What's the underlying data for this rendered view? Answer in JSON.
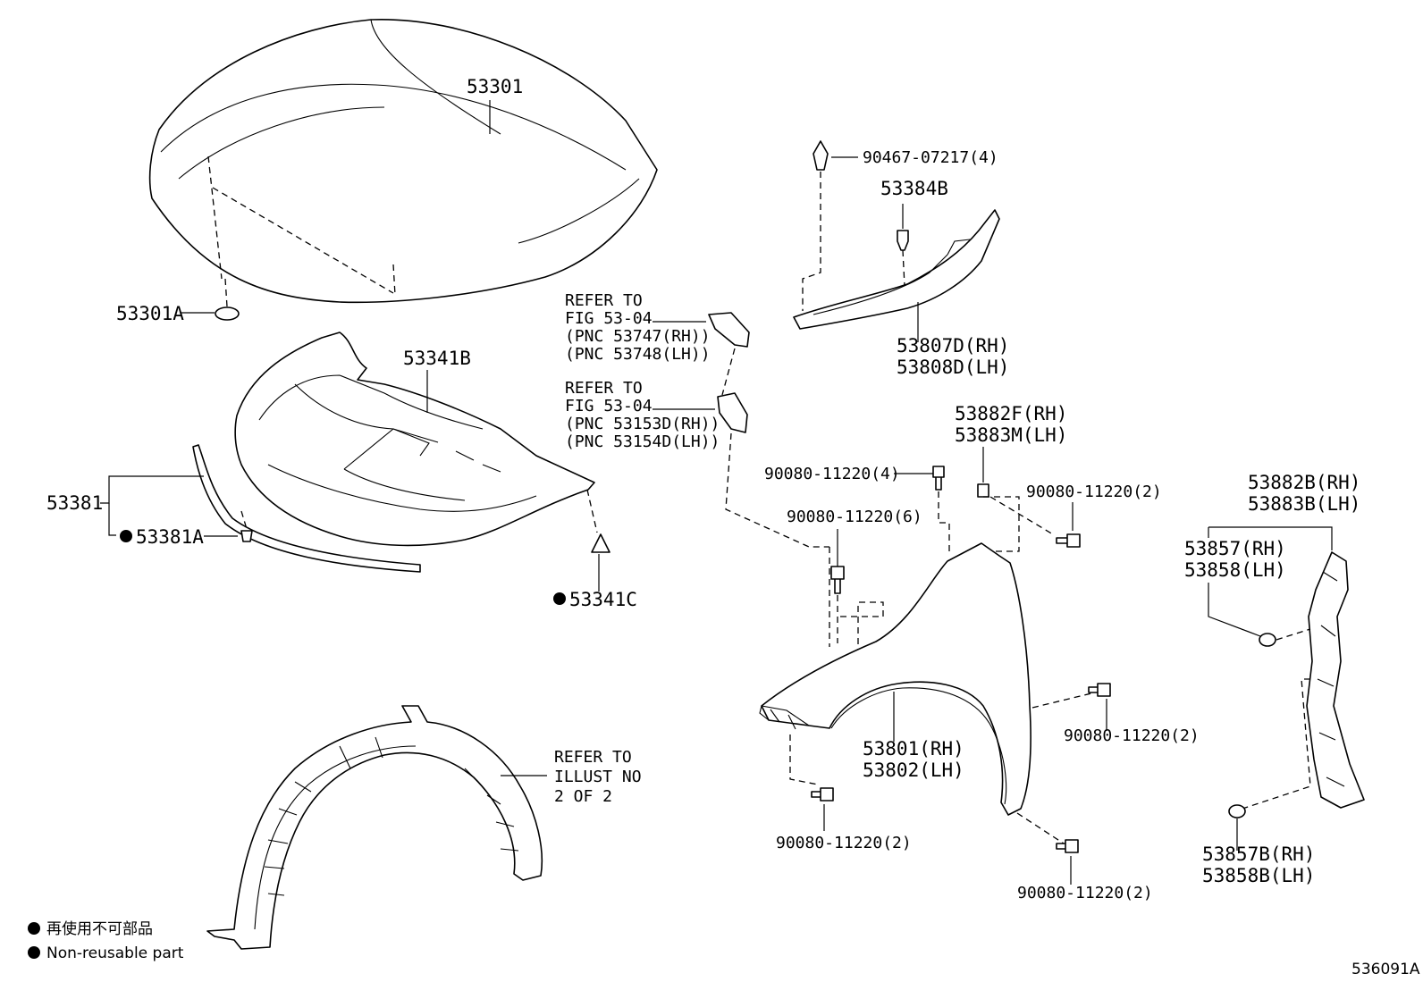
{
  "labels": {
    "hood": "53301",
    "hood_pad": "53301A",
    "hood_insulator": "53341B",
    "seal": "53381",
    "seal_clip": "53381A",
    "insulator_clip": "53341C",
    "clip_top": "90467-07217(4)",
    "bracket_pin": "53384B",
    "cowl_seal_rh": "53807D(RH)",
    "cowl_seal_lh": "53808D(LH)",
    "refer1": [
      "REFER TO",
      "FIG 53-04",
      "(PNC 53747(RH))",
      "(PNC 53748(LH))"
    ],
    "refer2": [
      "REFER TO",
      "FIG 53-04",
      "(PNC 53153D(RH))",
      "(PNC 53154D(LH))"
    ],
    "refer3": [
      "REFER TO",
      "ILLUST NO",
      "2 OF 2"
    ],
    "nut_rh": "53882F(RH)",
    "nut_lh": "53883M(LH)",
    "bolt_a": "90080-11220(4)",
    "bolt_b": "90080-11220(2)",
    "bolt_c": "90080-11220(6)",
    "bolt_d": "90080-11220(2)",
    "bolt_e": "90080-11220(2)",
    "bolt_f": "90080-11220(2)",
    "fender_rh": "53801(RH)",
    "fender_lh": "53802(LH)",
    "liner_rh": "53882B(RH)",
    "liner_lh": "53883B(LH)",
    "cushion_rh": "53857(RH)",
    "cushion_lh": "53858(LH)",
    "cushion_b_rh": "53857B(RH)",
    "cushion_b_lh": "53858B(LH)"
  },
  "legend": {
    "jp": "再使用不可部品",
    "en": "Non-reusable part"
  },
  "figure_id": "536091A"
}
